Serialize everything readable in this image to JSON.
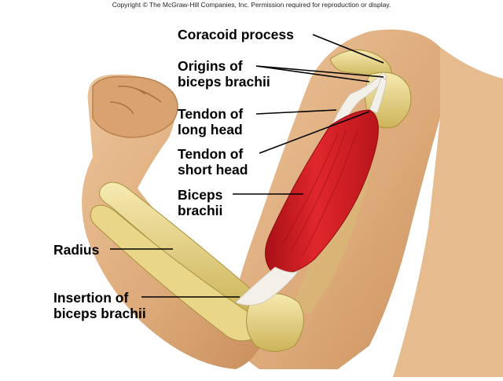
{
  "copyright": "Copyright © The McGraw-Hill Companies, Inc. Permission required for reproduction or display.",
  "labels": {
    "coracoid": [
      "Coracoid process"
    ],
    "origins": [
      "Origins of",
      "biceps brachii"
    ],
    "long_head": [
      "Tendon of",
      "long head"
    ],
    "short_head": [
      "Tendon of",
      "short head"
    ],
    "biceps": [
      "Biceps",
      "brachii"
    ],
    "radius": [
      "Radius"
    ],
    "insertion": [
      "Insertion of",
      "biceps brachii"
    ]
  },
  "colors": {
    "skin": "#e3b383",
    "bone": "#ecd98a",
    "muscle": "#d41f26",
    "tendon": "#f3f0ea"
  }
}
